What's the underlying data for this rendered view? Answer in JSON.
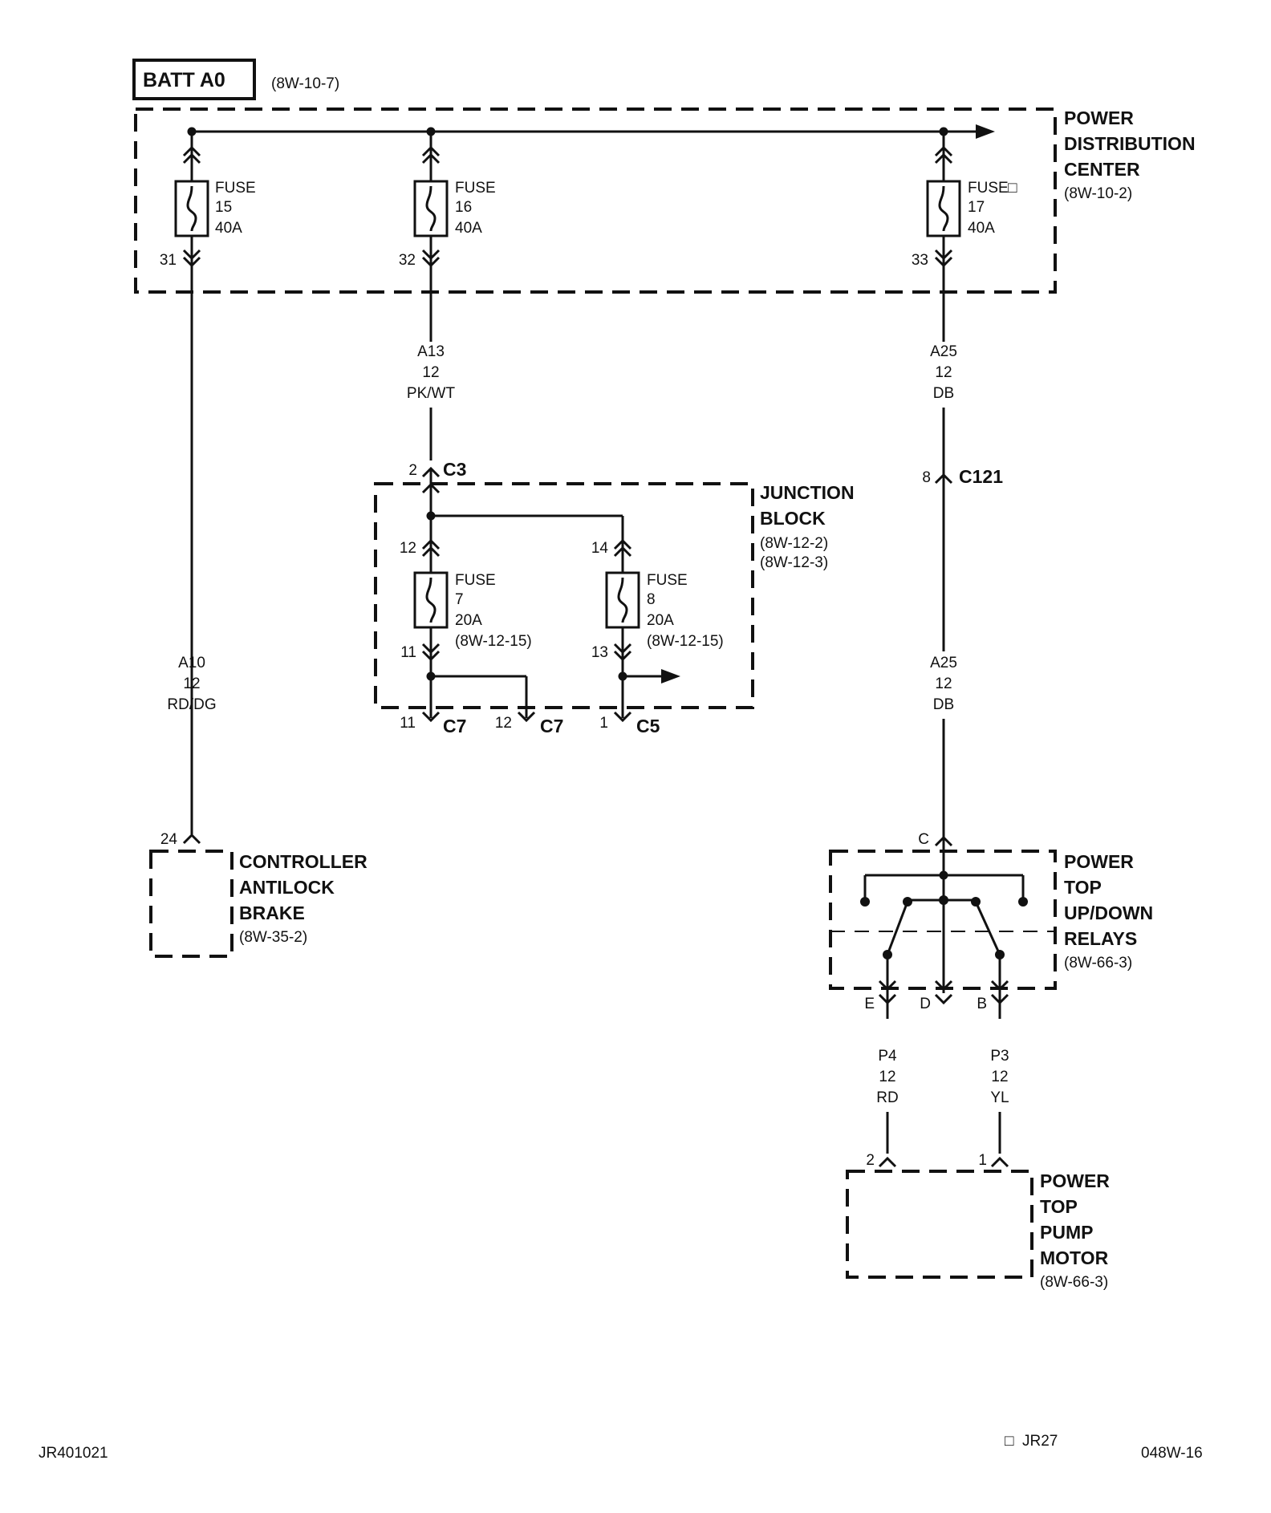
{
  "battery": {
    "name": "BATT A0",
    "ref": "(8W-10-7)"
  },
  "pdc": {
    "name1": "POWER",
    "name2": "DISTRIBUTION",
    "name3": "CENTER",
    "ref": "(8W-10-2)"
  },
  "fuses_pdc": [
    {
      "word": "FUSE",
      "num": "15",
      "amp": "40A",
      "pin": "31"
    },
    {
      "word": "FUSE",
      "num": "16",
      "amp": "40A",
      "pin": "32"
    },
    {
      "word": "FUSE",
      "num": "17",
      "amp": "40A",
      "pin": "33",
      "mark": "□"
    }
  ],
  "wires": {
    "a13": {
      "id": "A13",
      "gauge": "12",
      "color": "PK/WT"
    },
    "a25_top": {
      "id": "A25",
      "gauge": "12",
      "color": "DB"
    },
    "a10": {
      "id": "A10",
      "gauge": "12",
      "color": "RD/DG"
    },
    "a25_bot": {
      "id": "A25",
      "gauge": "12",
      "color": "DB"
    },
    "p4": {
      "id": "P4",
      "gauge": "12",
      "color": "RD"
    },
    "p3": {
      "id": "P3",
      "gauge": "12",
      "color": "YL"
    }
  },
  "connectors": {
    "c3": {
      "pin": "2",
      "name": "C3"
    },
    "c121": {
      "pin": "8",
      "name": "C121"
    },
    "c7a": {
      "pin": "11",
      "name": "C7"
    },
    "c7b": {
      "pin": "12",
      "name": "C7"
    },
    "c5": {
      "pin": "1",
      "name": "C5"
    }
  },
  "junction_block": {
    "name1": "JUNCTION",
    "name2": "BLOCK",
    "ref1": "(8W-12-2)",
    "ref2": "(8W-12-3)",
    "fuses": [
      {
        "word": "FUSE",
        "num": "7",
        "amp": "20A",
        "ref": "(8W-12-15)",
        "pin_in": "12",
        "pin_out": "11"
      },
      {
        "word": "FUSE",
        "num": "8",
        "amp": "20A",
        "ref": "(8W-12-15)",
        "pin_in": "14",
        "pin_out": "13"
      }
    ]
  },
  "abs": {
    "name1": "CONTROLLER",
    "name2": "ANTILOCK",
    "name3": "BRAKE",
    "ref": "(8W-35-2)",
    "pin": "24"
  },
  "relays": {
    "name1": "POWER",
    "name2": "TOP",
    "name3": "UP/DOWN",
    "name4": "RELAYS",
    "ref": "(8W-66-3)",
    "pin_c": "C",
    "pin_e": "E",
    "pin_d": "D",
    "pin_b": "B"
  },
  "motor": {
    "name1": "POWER",
    "name2": "TOP",
    "name3": "PUMP",
    "name4": "MOTOR",
    "ref": "(8W-66-3)",
    "pin_2": "2",
    "pin_1": "1"
  },
  "footer": {
    "left": "JR401021",
    "note_mark": "□",
    "note": "JR27",
    "right": "048W-16"
  }
}
